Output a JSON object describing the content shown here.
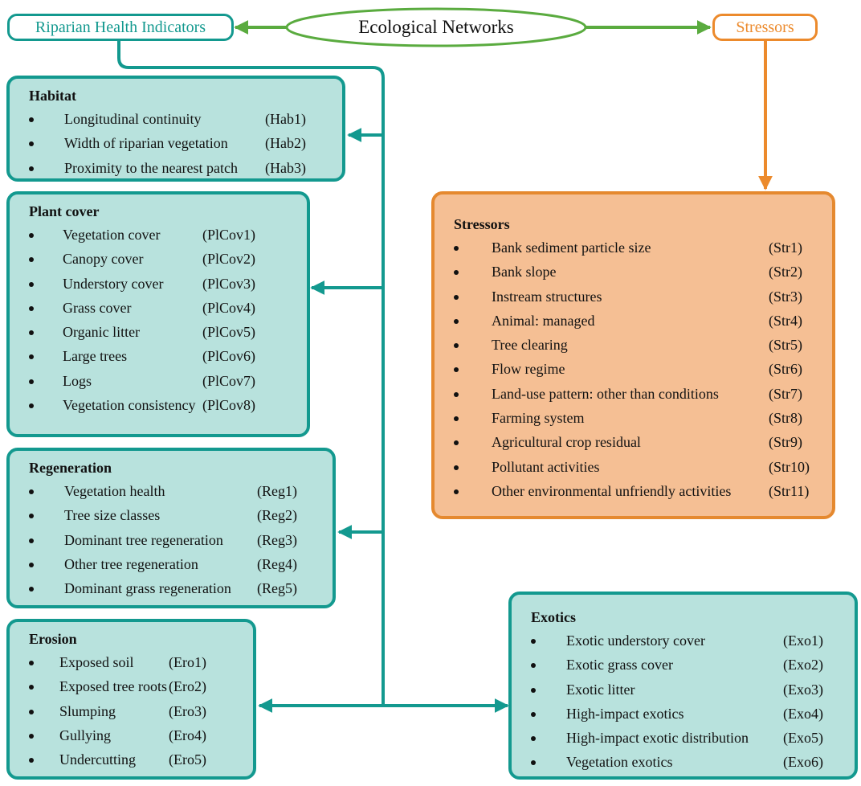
{
  "header": {
    "left_label": "Riparian Health Indicators",
    "center_label": "Ecological Networks",
    "right_label": "Stressors"
  },
  "colors": {
    "teal": "#13998f",
    "teal_fill": "#b8e2dd",
    "orange": "#ec8a2c",
    "orange_fill": "#f5bf94",
    "green_arrow": "#5aab3f"
  },
  "habitat": {
    "title": "Habitat",
    "items": [
      {
        "label": "Longitudinal continuity",
        "code": "(Hab1)"
      },
      {
        "label": "Width of riparian vegetation",
        "code": "(Hab2)"
      },
      {
        "label": "Proximity to the nearest patch",
        "code": "(Hab3)"
      }
    ]
  },
  "plant_cover": {
    "title": "Plant cover",
    "items": [
      {
        "label": "Vegetation cover",
        "code": "(PlCov1)"
      },
      {
        "label": "Canopy cover",
        "code": "(PlCov2)"
      },
      {
        "label": "Understory cover",
        "code": "(PlCov3)"
      },
      {
        "label": "Grass cover",
        "code": "(PlCov4)"
      },
      {
        "label": "Organic litter",
        "code": "(PlCov5)"
      },
      {
        "label": "Large  trees",
        "code": "(PlCov6)"
      },
      {
        "label": "Logs",
        "code": "(PlCov7)"
      },
      {
        "label": "Vegetation consistency",
        "code": "(PlCov8)"
      }
    ]
  },
  "regeneration": {
    "title": "Regeneration",
    "items": [
      {
        "label": "Vegetation health",
        "code": "(Reg1)"
      },
      {
        "label": "Tree size classes",
        "code": "(Reg2)"
      },
      {
        "label": "Dominant tree regeneration",
        "code": "(Reg3)"
      },
      {
        "label": "Other tree regeneration",
        "code": "(Reg4)"
      },
      {
        "label": "Dominant grass regeneration",
        "code": "(Reg5)"
      }
    ]
  },
  "erosion": {
    "title": "Erosion",
    "items": [
      {
        "label": "Exposed soil",
        "code": "(Ero1)"
      },
      {
        "label": "Exposed tree roots",
        "code": "(Ero2)"
      },
      {
        "label": "Slumping",
        "code": "(Ero3)"
      },
      {
        "label": "Gullying",
        "code": "(Ero4)"
      },
      {
        "label": "Undercutting",
        "code": "(Ero5)"
      }
    ]
  },
  "stressors": {
    "title": "Stressors",
    "items": [
      {
        "label": "Bank  sediment particle size",
        "code": "(Str1)"
      },
      {
        "label": "Bank slope",
        "code": "(Str2)"
      },
      {
        "label": "Instream structures",
        "code": "(Str3)"
      },
      {
        "label": "Animal: managed",
        "code": "(Str4)"
      },
      {
        "label": "Tree clearing",
        "code": "(Str5)"
      },
      {
        "label": "Flow regime",
        "code": "(Str6)"
      },
      {
        "label": "Land-use pattern: other than conditions",
        "code": "(Str7)"
      },
      {
        "label": "Farming system",
        "code": "(Str8)"
      },
      {
        "label": "Agricultural crop residual",
        "code": "(Str9)"
      },
      {
        "label": "Pollutant activities",
        "code": "(Str10)"
      },
      {
        "label": "Other environmental unfriendly activities",
        "code": "(Str11)"
      }
    ]
  },
  "exotics": {
    "title": "Exotics",
    "items": [
      {
        "label": "Exotic understory cover",
        "code": "(Exo1)"
      },
      {
        "label": "Exotic grass cover",
        "code": "(Exo2)"
      },
      {
        "label": "Exotic litter",
        "code": "(Exo3)"
      },
      {
        "label": "High-impact exotics",
        "code": "(Exo4)"
      },
      {
        "label": "High-impact exotic distribution",
        "code": "(Exo5)"
      },
      {
        "label": "Vegetation exotics",
        "code": "(Exo6)"
      }
    ]
  }
}
